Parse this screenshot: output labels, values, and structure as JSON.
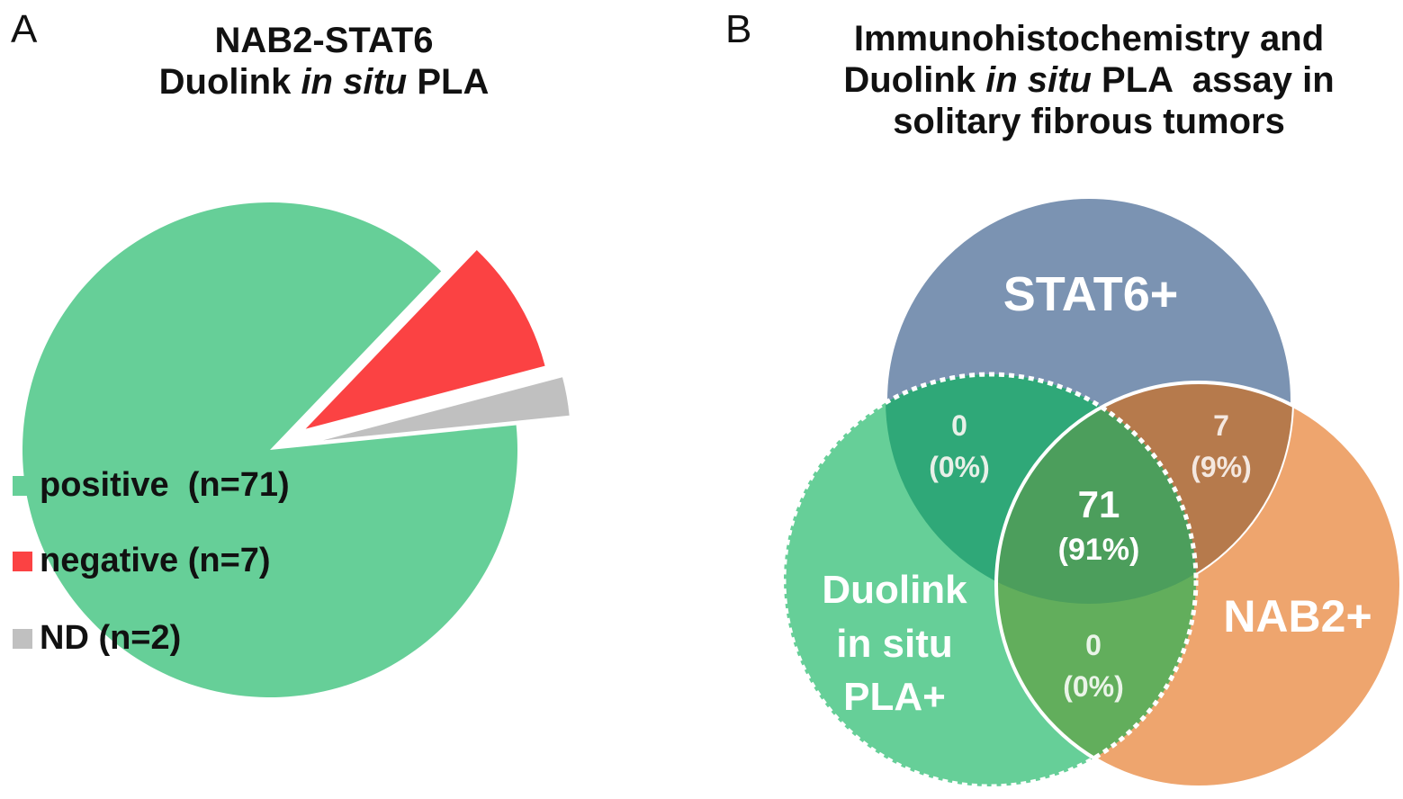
{
  "panel_a": {
    "letter": "A",
    "title_line1": "NAB2-STAT6",
    "title_line2_prefix": "Duolink ",
    "title_line2_italic": "in situ",
    "title_line2_suffix": " PLA"
  },
  "panel_b": {
    "letter": "B",
    "title_line1": "Immunohistochemistry and",
    "title_line2_prefix": "Duolink ",
    "title_line2_italic": "in situ",
    "title_line2_suffix": " PLA  assay in",
    "title_line3": "solitary fibrous tumors"
  },
  "chart_data": [
    {
      "type": "pie",
      "slices": [
        {
          "label": "positive",
          "legend": "positive  (n=71)",
          "value": 71,
          "color": "#66cf98",
          "exploded": false
        },
        {
          "label": "negative",
          "legend": "negative (n=7)",
          "value": 7,
          "color": "#fb4243",
          "exploded": true
        },
        {
          "label": "ND",
          "legend": "ND (n=2)",
          "value": 2,
          "color": "#c0c0c0",
          "exploded": true
        }
      ],
      "legend_placement": "bottom-left"
    },
    {
      "type": "venn",
      "sets": [
        {
          "name": "STAT6+",
          "color": "#7b93b2",
          "border": "solid"
        },
        {
          "name_lines": [
            "Duolink",
            "in situ",
            "PLA+"
          ],
          "color": "#66cf98",
          "border": "dotted"
        },
        {
          "name": "NAB2+",
          "color": "#eea56e",
          "border": "solid"
        }
      ],
      "regions": [
        {
          "sets": [
            "STAT6+",
            "Duolink in situ PLA+"
          ],
          "count": "0",
          "percent": "(0%)",
          "color": "#2fa878"
        },
        {
          "sets": [
            "STAT6+",
            "NAB2+"
          ],
          "count": "7",
          "percent": "(9%)",
          "color": "#b67a4c"
        },
        {
          "sets": [
            "STAT6+",
            "Duolink in situ PLA+",
            "NAB2+"
          ],
          "count": "71",
          "percent": "(91%)",
          "color": "#4c9e5c"
        },
        {
          "sets": [
            "Duolink in situ PLA+",
            "NAB2+"
          ],
          "count": "0",
          "percent": "(0%)",
          "color": "#62ae5c"
        }
      ]
    }
  ]
}
